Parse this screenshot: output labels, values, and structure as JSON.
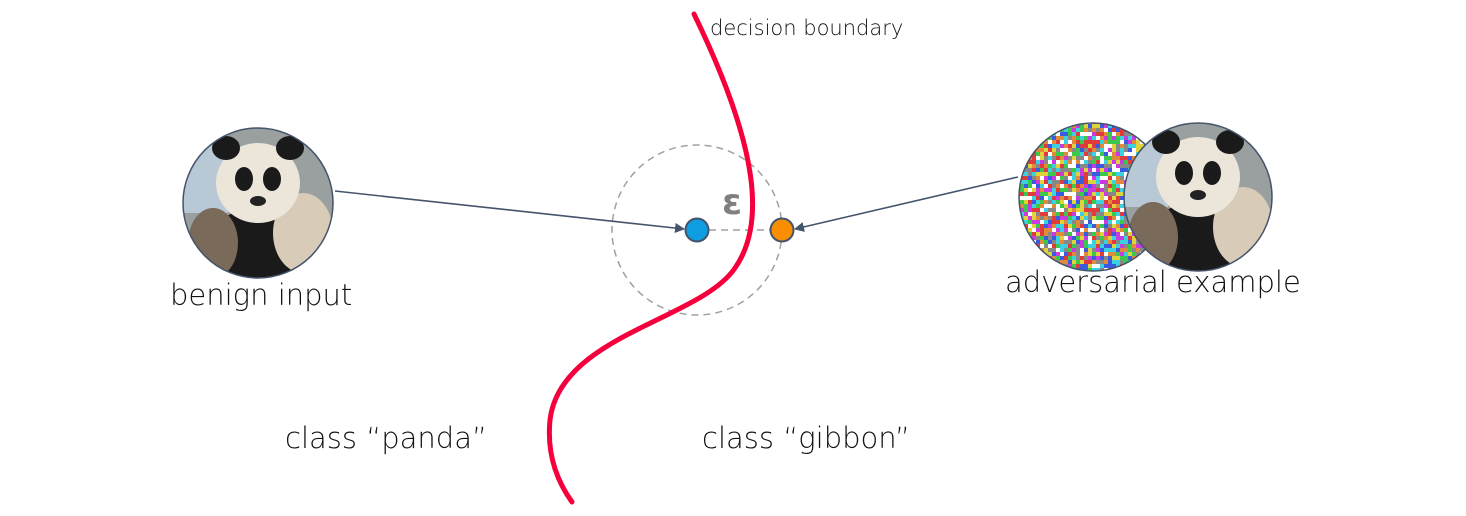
{
  "labels": {
    "decision_boundary": "decision boundary",
    "benign_input": "benign input",
    "adversarial_example": "adversarial example",
    "class_panda": "class “panda”",
    "class_gibbon": "class “gibbon”",
    "epsilon": "ε"
  },
  "colors": {
    "boundary": "#f5003c",
    "benign_point": "#0e9de0",
    "adversarial_point": "#f98f00",
    "arrow": "#44546a",
    "epsilon_ball": "#a0a0a0"
  }
}
